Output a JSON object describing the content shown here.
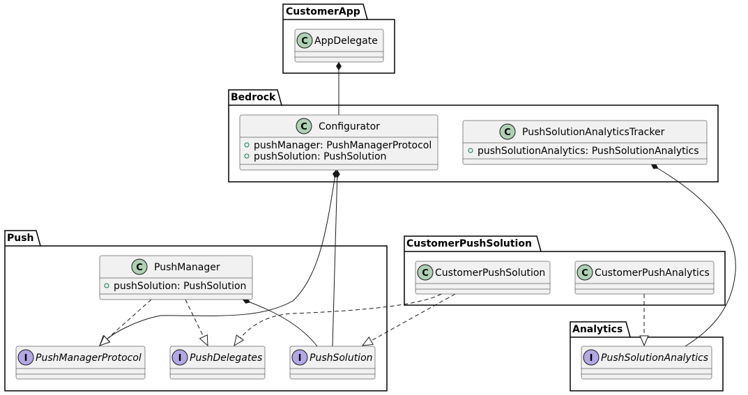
{
  "packages": {
    "customer_app": "CustomerApp",
    "bedrock": "Bedrock",
    "push": "Push",
    "customer_push_solution": "CustomerPushSolution",
    "analytics": "Analytics"
  },
  "classes": {
    "app_delegate": {
      "name": "AppDelegate",
      "stereotype": "C"
    },
    "configurator": {
      "name": "Configurator",
      "stereotype": "C",
      "attributes": [
        "pushManager: PushManagerProtocol",
        "pushSolution: PushSolution"
      ]
    },
    "push_solution_analytics_tracker": {
      "name": "PushSolutionAnalyticsTracker",
      "stereotype": "C",
      "attributes": [
        "pushSolutionAnalytics: PushSolutionAnalytics"
      ]
    },
    "push_manager": {
      "name": "PushManager",
      "stereotype": "C",
      "attributes": [
        "pushSolution: PushSolution"
      ]
    },
    "customer_push_solution": {
      "name": "CustomerPushSolution",
      "stereotype": "C"
    },
    "customer_push_analytics": {
      "name": "CustomerPushAnalytics",
      "stereotype": "C"
    }
  },
  "interfaces": {
    "push_manager_protocol": {
      "name": "PushManagerProtocol",
      "stereotype": "I"
    },
    "push_delegates": {
      "name": "PushDelegates",
      "stereotype": "I"
    },
    "push_solution": {
      "name": "PushSolution",
      "stereotype": "I"
    },
    "push_solution_analytics": {
      "name": "PushSolutionAnalytics",
      "stereotype": "I"
    }
  },
  "colors": {
    "class_badge": "#ADD1B2",
    "interface_badge": "#B4A7E5",
    "box_fill": "#F1F1F1",
    "box_stroke": "#181818",
    "visibility_public": "#038048"
  }
}
